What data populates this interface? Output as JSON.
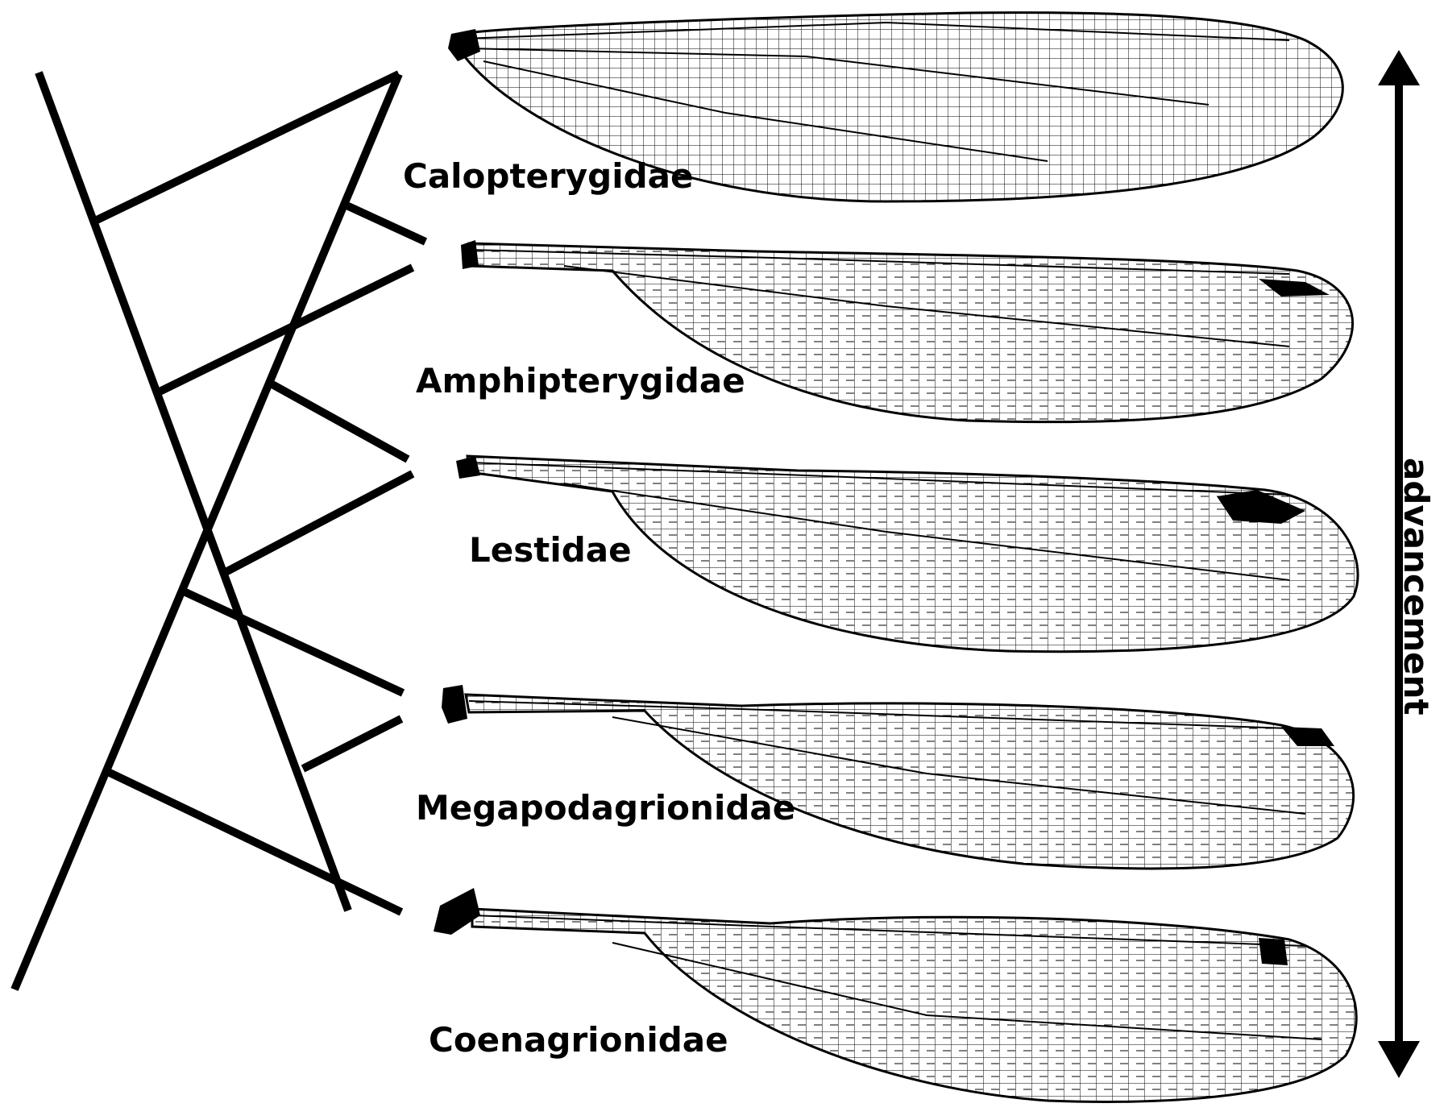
{
  "families": [
    {
      "name": "Calopterygidae"
    },
    {
      "name": "Amphipterygidae"
    },
    {
      "name": "Lestidae"
    },
    {
      "name": "Megapodagrionidae"
    },
    {
      "name": "Coenagrionidae"
    }
  ],
  "axis": {
    "label": "advancement",
    "direction": "both"
  },
  "colors": {
    "line": "#000000",
    "background": "#ffffff"
  }
}
